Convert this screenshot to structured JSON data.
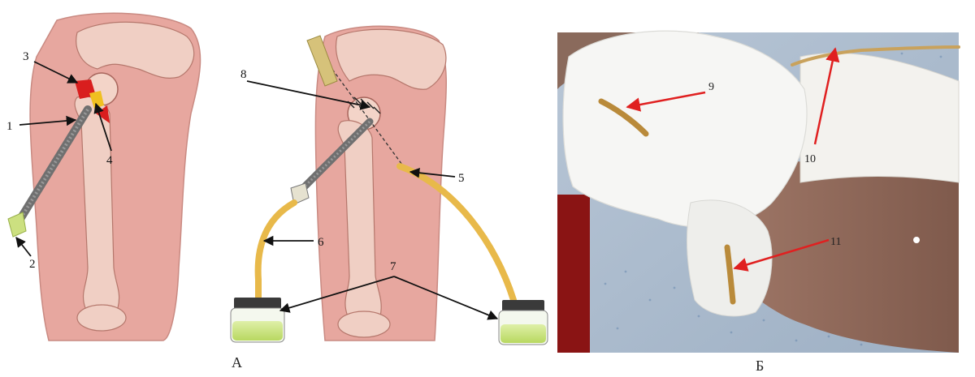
{
  "panels": [
    {
      "id": "A",
      "label": "А"
    },
    {
      "id": "B",
      "label": "Б"
    }
  ],
  "callouts_a": [
    "1",
    "2",
    "3",
    "4"
  ],
  "callouts_b": [
    "5",
    "6",
    "7",
    "8"
  ],
  "callouts_photo": [
    "9",
    "10",
    "11"
  ],
  "colors": {
    "tissue": "#e7a79f",
    "tissue_dark": "#c96e66",
    "bone": "#f2d8cc",
    "tube": "#e8b94a",
    "fluid": "#c4e07a",
    "arrow_black": "#111111",
    "arrow_red": "#e02020",
    "gauze": "#f4f4f4",
    "sheet": "#c7d3e0"
  }
}
